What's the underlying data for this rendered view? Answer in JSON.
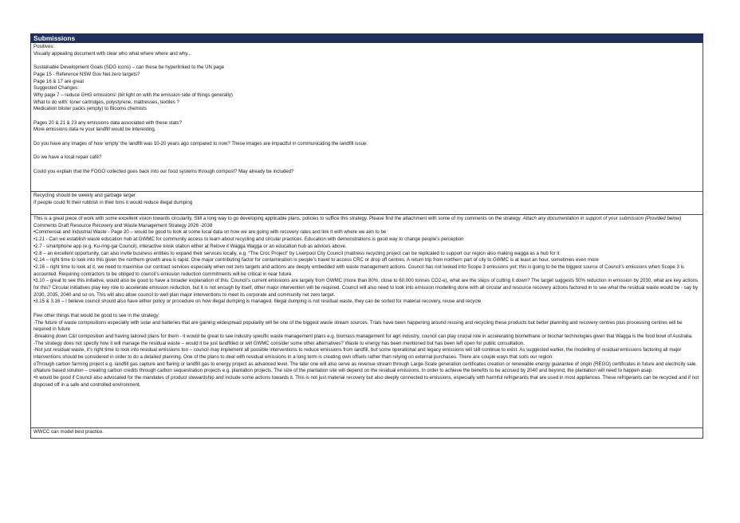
{
  "section_title": "Submissions",
  "cell1": [
    "Positives:",
    "Visually appealing document with clear who what where where and why...",
    "",
    "Sustainable Development Goals (SDG icons) – can these be hyperlinked to the UN page",
    "Page 15 - Reference NSW Gov Net zero targets?",
    "Page 16 & 17 are great",
    "Suggested Changes:",
    "Why page 7 – reduce GHG emissions! (bit light on with the emission side of things generally)",
    "What to do with: toner cartridges, polystyrene, mattresses, textiles ?",
    "Medication blister packs (empty) to Blooms chemists",
    "",
    "Pages 20 & 21 & 23 any emissions data associated with these stats?",
    "More emissions data re your landfill would be interesting.",
    "",
    "Do you have any images of how ‘empty’ the landfill was 10-20 years ago compared to now? These images are impactful in communicating the landfill issue.",
    "",
    "Do we have a local repair café?",
    "",
    "Could you explain that the FOGO collected goes back into our food systems through compost? May already be included?"
  ],
  "cell2": [
    "Recycling should be weekly and garbage larger",
    "If people could fit their rubbish in their bins it would reduce illegal dumping"
  ],
  "cell3": {
    "intro_plain": "This is a great piece of work with some excellent vision towards circularity. Still a long way to go developing applicable plans, policies to suffice this strategy. Please find the attachment with some of my comments on the strategy. ",
    "intro_italic": "Attach any documentation in support of your submission (Provided below)",
    "lines": [
      "Comments Draft Resource Recovery and Waste Management Strategy 2026 -2038",
      "•Commercial and Industrial Waste - Page 20 – would be good to look at some local data on how we are going with recovery rates and link it with where we aim to be",
      "•1.21 - Can we establish waste education hub at GWMC for community access to learn about recycling and circular practices. Education with demonstrations is good way to change people’s perception",
      "•2.7 - smartphone app (e.g. Ku-ring-gai Council), interactive kiosk station either at Relove it Wagga Wagga or an education hub as advices above.",
      "•2.8 – an excellent opportunity, can also invite business entities to expand their services locally, e.g. “The Croc Project” by Liverpool City Council (mattress recycling project can be replicated to support our region also making wagga as a hub for it.",
      "•2.14 – right time to look into this given the northern growth area is rapid. One major contributing factor for contamination is people’s travel to access CRC or drop off centres. A return trip from northern part of city to GWMC is at least an hour, sometimes even more",
      "•2.16 – right time to look at it, we need to maximise our contract services especially when net zero targets and actions are deeply embedded with waste management actions. Council has not looked into Scope 3 emissions yet; this is going to be the biggest source of Council’s emissions when Scope 3 is accounted. Requiring contractors to be obliged to council’s emission reduction commitments will be critical in near future.",
      "•3.10 – great to see this initiative, would also be good to have a broader explanation of this. Council’s current emissions are largely from GWMC (more than 80%, close to 60,000 tonnes CO2-e), what are the steps of cutting it down? The target suggests 50% reduction in emission by 2030, what are key actions for this? Circular initiatives play key role to accelerate emission reduction, but it is not enough by itself, other major intervention will be required. Council will also need to look into emission modelling done with all circular and resource recovery actions factored in to see what the residual waste would be - say by 2030, 2035, 2040 and so on. This will also allow council to well plan major interventions to meet its corporate and community net zero target.",
      "•3.15 & 3.16 – I believe council should also have either policy or procedure on how illegal dumping is managed. Illegal dumping is not residual waste, they can be sorted for material recovery, reuse and recycle",
      "",
      "Few other things that would be good to see in the strategy:",
      "-The future of waste compositions especially with solar and batteries that are gaining widespread popularity will be one of the biggest waste stream sources. Trials have been happening around reusing and recycling these products but better planning and recovery centres plus processing centres will be required in future",
      "-Breaking down C&I composition and having tailored plans for them - it would be great to see industry specific waste management plans e.g. biomass management for agri industry, council can play crucial role in accelerating biomethane or biochar technologies given that Wagga is the food bowl of Australia.",
      "-The strategy does not specify how it will manage the residual waste – would it be just landfilled or will GWMC consider some other alternatives? Waste to energy has been mentioned but has been left open for public consultation.",
      "-Not just residual waste, it’s right time to look into residual emissions too – council may implement all possible interventions to reduce emissions from landfill, but some operational and legacy emissions will still continue to exist. As suggested earlier, the modelling of residual emissions factoring all major interventions should be considered in order to do a detailed planning. One of the plans to deal with residual emissions in a long term is creating own offsets rather than relying on external purchases. There are couple ways that suits our region:",
      "oThrough carbon farming project e.g. landfill gas capture and flaring or landfill gas to energy project as advanced level. The later one will also serve as revenue stream through Large-Scale generation certificates creation or renewable energy guarantee of origin (REGO) certificates in future and electricity sale.",
      "oNature based solution – creating carbon credits through carbon sequestration projects e.g. plantation projects. The size of the plantation site will depend on the residual emissions. In order to achieve the benefits to be accrued by 2040 and beyond, the plantation will need to happen asap.",
      "•It would be good if Council also advocated for the mandates of product stewardship and include some actions towards it. This is not just material recovery but also deeply connected to emissions, especially with harmful refrigerants that are used in most appliances. These refrigerants can be recycled and if not disposed off in a safe and controlled environment."
    ]
  },
  "cell4": [
    "WWCC can model best practice."
  ]
}
